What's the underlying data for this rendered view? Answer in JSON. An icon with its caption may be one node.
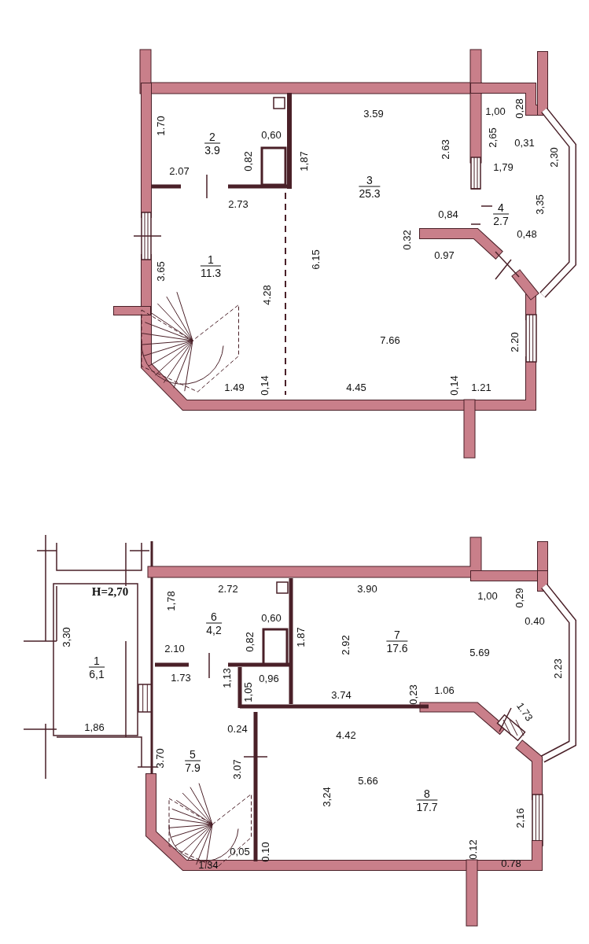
{
  "diagram": {
    "nodes": [
      {
        "text": [
          "2",
          "3.9"
        ]
      },
      {
        "text": [
          "3",
          "25.3"
        ]
      },
      {
        "text": [
          "4",
          "2.7"
        ]
      },
      {
        "text": [
          "1",
          "11.3"
        ]
      },
      {
        "text": [
          "1",
          "6,1"
        ]
      },
      {
        "text": [
          "6",
          "4,2"
        ]
      },
      {
        "text": [
          "7",
          "17.6"
        ]
      },
      {
        "text": [
          "5",
          "7.9"
        ]
      },
      {
        "text": [
          "8",
          "17.7"
        ]
      }
    ],
    "labels": [
      "1.70",
      "3.59",
      "1,00",
      "0,28",
      "2.63",
      "2,65",
      "0,31",
      "0,60",
      "0,82",
      "2.07",
      "1,87",
      "2,30",
      "1,79",
      "3,35",
      "2.73",
      "0,84",
      "0.32",
      "0,48",
      "0.97",
      "3.65",
      "6.15",
      "4.28",
      "7.66",
      "2.20",
      "1.49",
      "0,14",
      "4.45",
      "0,14",
      "1.21",
      "H=2,70",
      "1,78",
      "2.72",
      "3.90",
      "1,00",
      "0,29",
      "0.40",
      "3,30",
      "0,60",
      "0,82",
      "1.87",
      "2.92",
      "5.69",
      "2.10",
      "1.73",
      "1,13",
      "0,96",
      "2.23",
      "3.74",
      "0,23",
      "1.06",
      "1.73",
      "1,86",
      "1,05",
      "0.24",
      "4.42",
      "3.70",
      "3.07",
      "5.66",
      "3,24",
      "2,16",
      "1.34",
      "0,05",
      "0.10",
      "0.12",
      "0.78"
    ]
  }
}
